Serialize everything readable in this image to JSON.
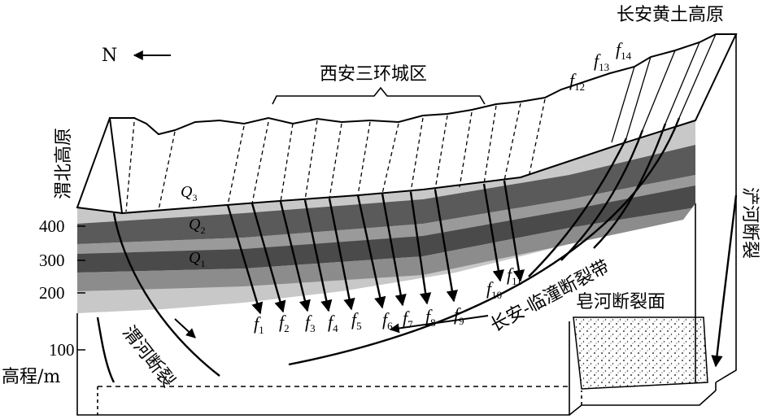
{
  "labels": {
    "north": "N",
    "city": "西安三环城区",
    "changan_plateau": "长安黄土高原",
    "weibei_plateau": "渭北高原",
    "chanhe_fault": "浐河断裂",
    "weihe_fault": "渭河断裂",
    "changan_lintong": "长安-临潼断裂带",
    "zaohe_plane": "皂河断裂面",
    "elevation": "高程/m"
  },
  "axis_ticks": [
    "400",
    "300",
    "200",
    "100"
  ],
  "strata": [
    {
      "letter": "Q",
      "sub": "3"
    },
    {
      "letter": "Q",
      "sub": "2"
    },
    {
      "letter": "Q",
      "sub": "1"
    }
  ],
  "faults": [
    {
      "letter": "f",
      "sub": "1"
    },
    {
      "letter": "f",
      "sub": "2"
    },
    {
      "letter": "f",
      "sub": "3"
    },
    {
      "letter": "f",
      "sub": "4"
    },
    {
      "letter": "f",
      "sub": "5"
    },
    {
      "letter": "f",
      "sub": "6"
    },
    {
      "letter": "f",
      "sub": "7"
    },
    {
      "letter": "f",
      "sub": "8"
    },
    {
      "letter": "f",
      "sub": "9"
    },
    {
      "letter": "f",
      "sub": "10"
    },
    {
      "letter": "f",
      "sub": "11"
    },
    {
      "letter": "f",
      "sub": "12"
    },
    {
      "letter": "f",
      "sub": "13"
    },
    {
      "letter": "f",
      "sub": "14"
    }
  ],
  "colors": {
    "light_layer": "#c8c8c8",
    "mid_layer": "#8c8c8c",
    "dark_layer": "#4a4a4a",
    "line": "#000000"
  }
}
